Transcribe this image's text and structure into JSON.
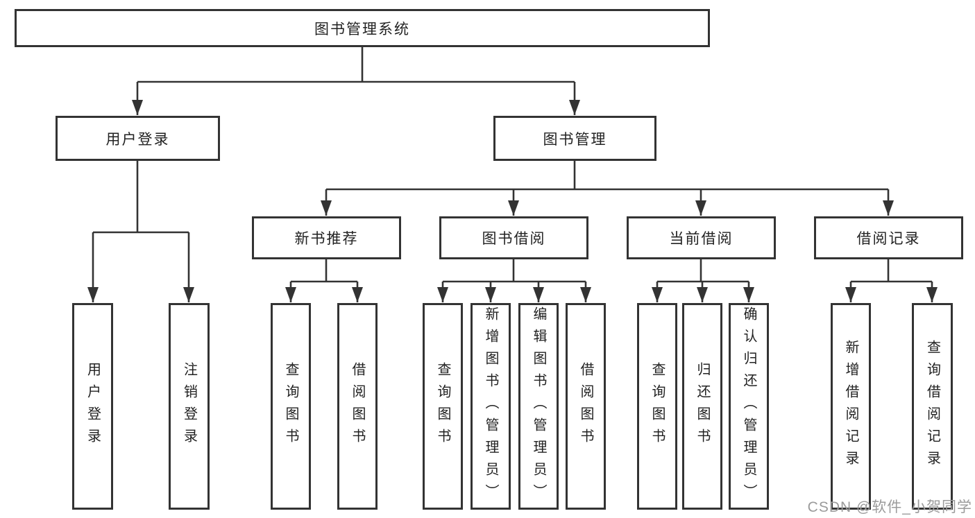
{
  "diagram": {
    "root": {
      "label": "图书管理系统"
    },
    "user_login": {
      "label": "用户登录",
      "children": [
        {
          "label": "用户登录"
        },
        {
          "label": "注销登录"
        }
      ]
    },
    "book_management": {
      "label": "图书管理",
      "sections": [
        {
          "label": "新书推荐",
          "children": [
            {
              "label": "查询图书"
            },
            {
              "label": "借阅图书"
            }
          ]
        },
        {
          "label": "图书借阅",
          "children": [
            {
              "label": "查询图书"
            },
            {
              "label": "新增图书（管理员）"
            },
            {
              "label": "编辑图书（管理员）"
            },
            {
              "label": "借阅图书"
            }
          ]
        },
        {
          "label": "当前借阅",
          "children": [
            {
              "label": "查询图书"
            },
            {
              "label": "归还图书"
            },
            {
              "label": "确认归还（管理员）"
            }
          ]
        },
        {
          "label": "借阅记录",
          "children": [
            {
              "label": "新增借阅记录"
            },
            {
              "label": "查询借阅记录"
            }
          ]
        }
      ]
    }
  },
  "watermark": {
    "text": "CSDN @软件_小贺同学"
  },
  "colors": {
    "line": "#333333",
    "border": "#333333",
    "text": "#222222",
    "background": "#ffffff",
    "watermark": "#9b9b9b"
  }
}
